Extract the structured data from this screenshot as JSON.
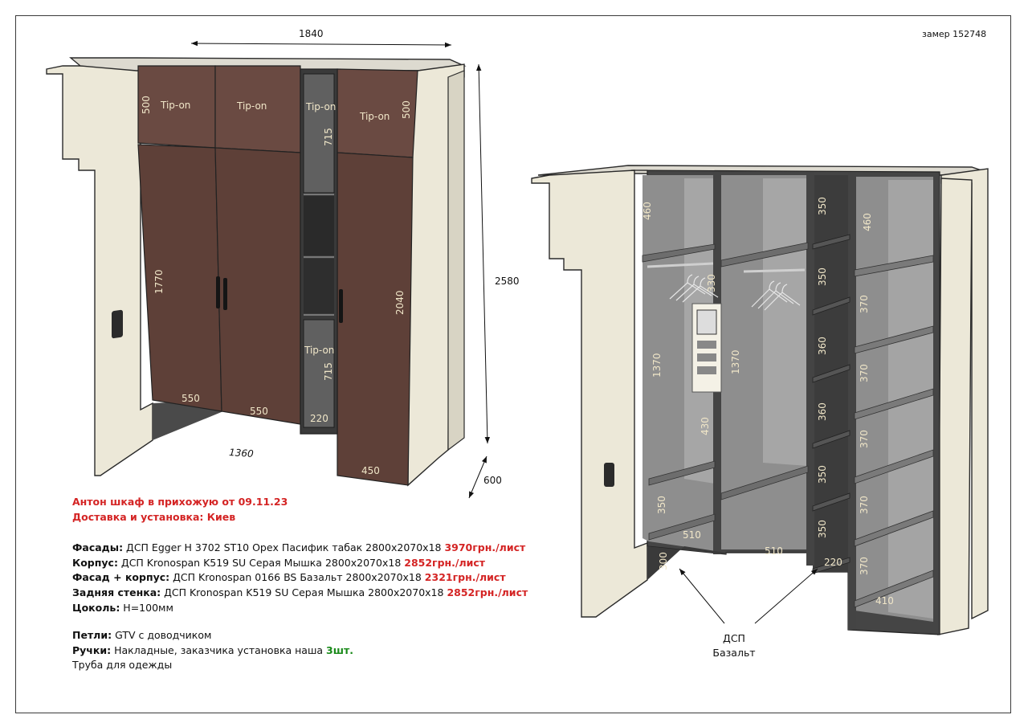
{
  "ref_number": "замер 152748",
  "front_view": {
    "overall_width": "1840",
    "overall_height": "2580",
    "overall_depth": "600",
    "lower_width": "1360",
    "tip_on_labels": [
      "Tip-on",
      "Tip-on",
      "Tip-on",
      "Tip-on",
      "Tip-on"
    ],
    "dims": {
      "top_left_500": "500",
      "top_right_500": "500",
      "glass_top_715": "715",
      "glass_bottom_715": "715",
      "left_door_1770": "1770",
      "right_door_2040": "2040",
      "door_w_550_a": "550",
      "door_w_550_b": "550",
      "glass_w_220": "220",
      "right_w_450": "450"
    }
  },
  "interior_view": {
    "dims": {
      "left_top_460": "460",
      "left_1370": "1370",
      "left_bottom_350": "350",
      "left_width_510": "510",
      "plinth_300": "300",
      "mid_1370": "1370",
      "mid_430": "430",
      "mid_width_510": "510",
      "col3_350_a": "350",
      "col3_350_b": "350",
      "col3_360_a": "360",
      "col3_360_b": "360",
      "col3_350_c": "350",
      "col3_350_d": "350",
      "col3_width_220": "220",
      "col4_460": "460",
      "col4_370_a": "370",
      "col4_370_b": "370",
      "col4_370_c": "370",
      "col4_370_d": "370",
      "col4_370_e": "370",
      "col4_width_410": "410",
      "small_330": "330"
    },
    "callout": {
      "line1": "ДСП",
      "line2": "Базальт"
    }
  },
  "spec": {
    "title_line1": "Антон шкаф в прихожую от 09.11.23",
    "title_line2": "Доставка и установка: Киев",
    "rows": [
      {
        "label": "Фасады:",
        "text": " ДСП Egger H 3702 ST10 Орех Пасифик табак 2800х2070х18 ",
        "price": "3970грн./лист"
      },
      {
        "label": "Корпус:",
        "text": " ДСП Kronospan K519 SU Серая Мышка 2800х2070х18 ",
        "price": "2852грн./лист"
      },
      {
        "label": "Фасад + корпус:",
        "text": " ДСП Kronospan 0166 BS Базальт 2800х2070х18 ",
        "price": "2321грн./лист"
      },
      {
        "label": "Задняя стенка:",
        "text": "  ДСП Kronospan K519 SU Серая Мышка 2800х2070х18 ",
        "price": "2852грн./лист"
      },
      {
        "label": "Цоколь:",
        "text": " Н=100мм",
        "price": ""
      }
    ],
    "hinges_label": "Петли:",
    "hinges_text": " GTV с доводчиком",
    "handles_label": "Ручки:",
    "handles_text": " Накладные, заказчика установка наша ",
    "handles_qty": "3шт.",
    "pipe_text": "Труба для одежды"
  },
  "colors": {
    "wall": "#ece8d8",
    "walnut": "#5e4038",
    "basalt": "#505050",
    "interior": "#9a9a9a",
    "price_red": "#d42424",
    "qty_green": "#1a8a1a"
  }
}
